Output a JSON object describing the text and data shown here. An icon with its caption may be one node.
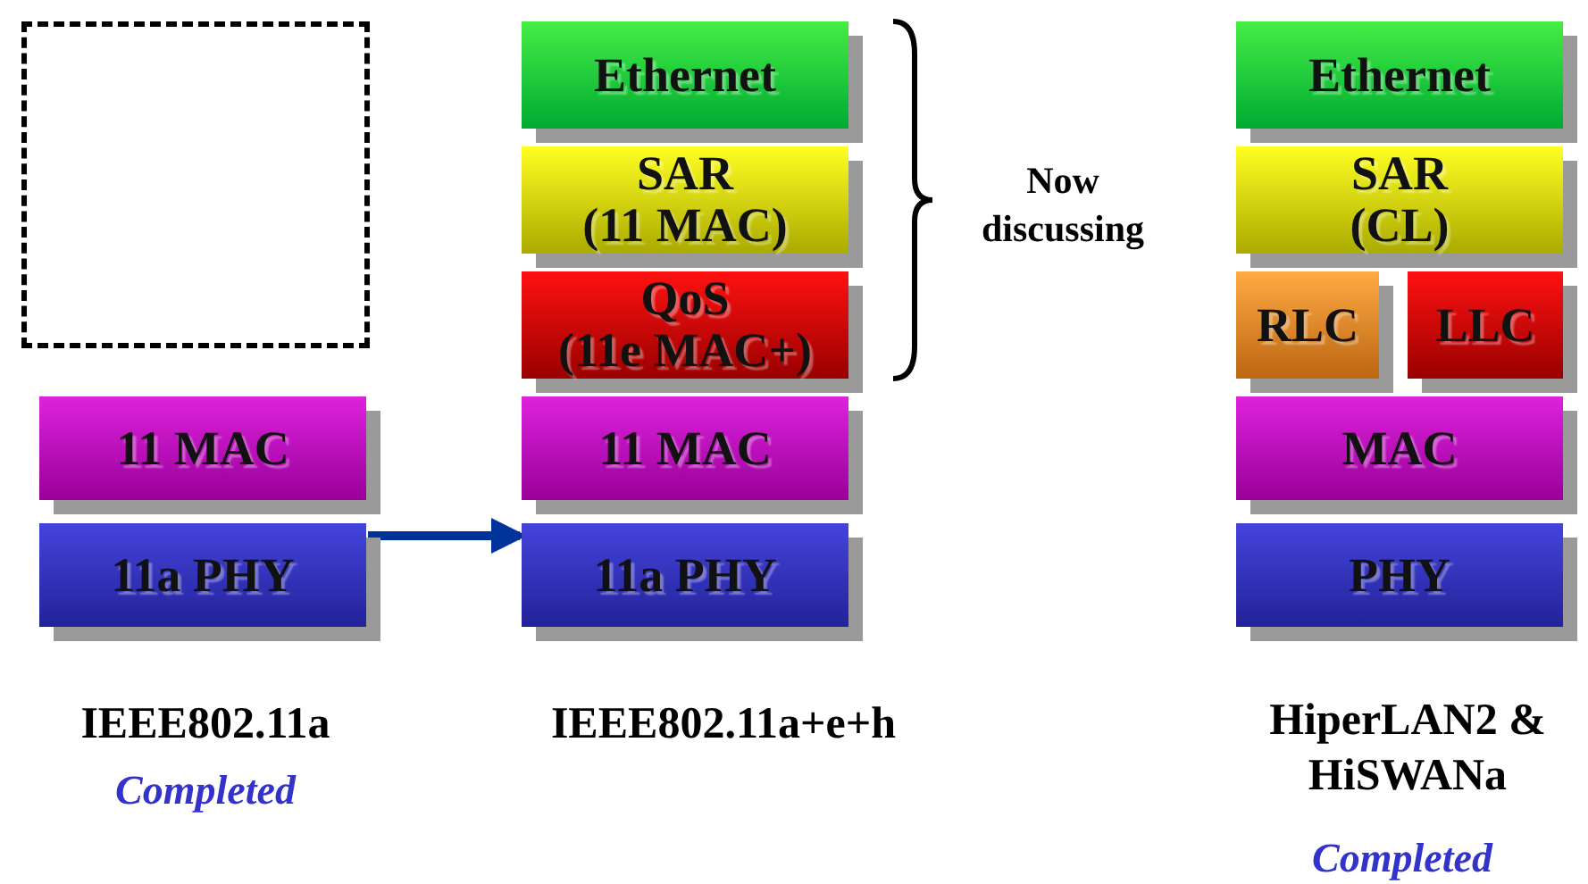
{
  "diagram": {
    "nodes": [
      {
        "text": [],
        "shape": "box"
      },
      {
        "text": [
          "11 MAC"
        ]
      },
      {
        "text": [
          "11a PHY"
        ]
      },
      {
        "text": [
          "Ethernet"
        ]
      },
      {
        "text": [
          "SAR (11 MAC)"
        ]
      },
      {
        "text": [
          "QoS (11e MAC+)"
        ]
      },
      {
        "text": [
          "11 MAC"
        ]
      },
      {
        "text": [
          "11a PHY"
        ]
      },
      {
        "text": [
          "Ethernet"
        ]
      },
      {
        "text": [
          "SAR (CL)"
        ]
      },
      {
        "text": [
          "RLC"
        ]
      },
      {
        "text": [
          "LLC"
        ]
      },
      {
        "text": [
          "MAC"
        ]
      },
      {
        "text": [
          "PHY"
        ]
      }
    ],
    "edges": [
      {
        "from": 2,
        "to": 7,
        "arrow": "to"
      }
    ],
    "labels": [
      "Now discussing",
      "IEEE802.11a",
      "Completed",
      "IEEE802.11a+e+h",
      "HiperLAN2 & HiSWANa",
      "Completed"
    ]
  }
}
